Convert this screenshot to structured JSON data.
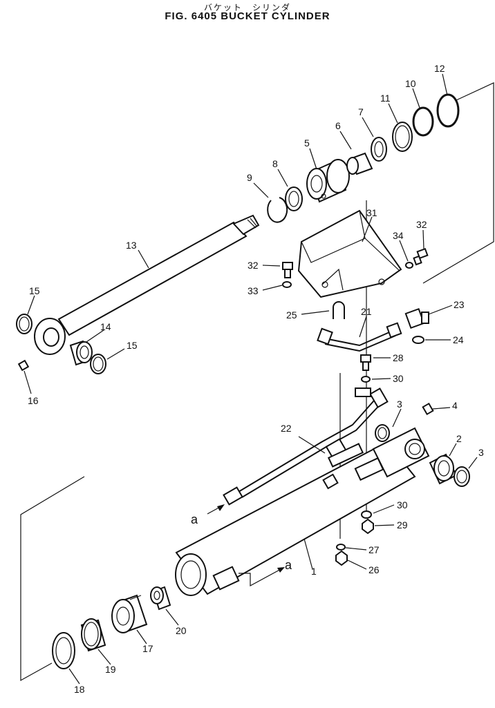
{
  "header": {
    "subtitle_jp": "バケット　シリンダ",
    "title": "FIG. 6405  BUCKET CYLINDER"
  },
  "callouts": {
    "p1": "1",
    "p2": "2",
    "p3a": "3",
    "p3b": "3",
    "p4": "4",
    "p5": "5",
    "p6": "6",
    "p7": "7",
    "p8": "8",
    "p9": "9",
    "p10": "10",
    "p11": "11",
    "p12": "12",
    "p13": "13",
    "p14": "14",
    "p15a": "15",
    "p15b": "15",
    "p16": "16",
    "p17": "17",
    "p18": "18",
    "p19": "19",
    "p20": "20",
    "p21": "21",
    "p22": "22",
    "p23": "23",
    "p24": "24",
    "p25": "25",
    "p26": "26",
    "p27": "27",
    "p28": "28",
    "p29": "29",
    "p30a": "30",
    "p30b": "30",
    "p31": "31",
    "p32a": "32",
    "p32b": "32",
    "p33": "33",
    "p34": "34"
  },
  "markers": {
    "a_left": "a",
    "a_right": "a"
  }
}
